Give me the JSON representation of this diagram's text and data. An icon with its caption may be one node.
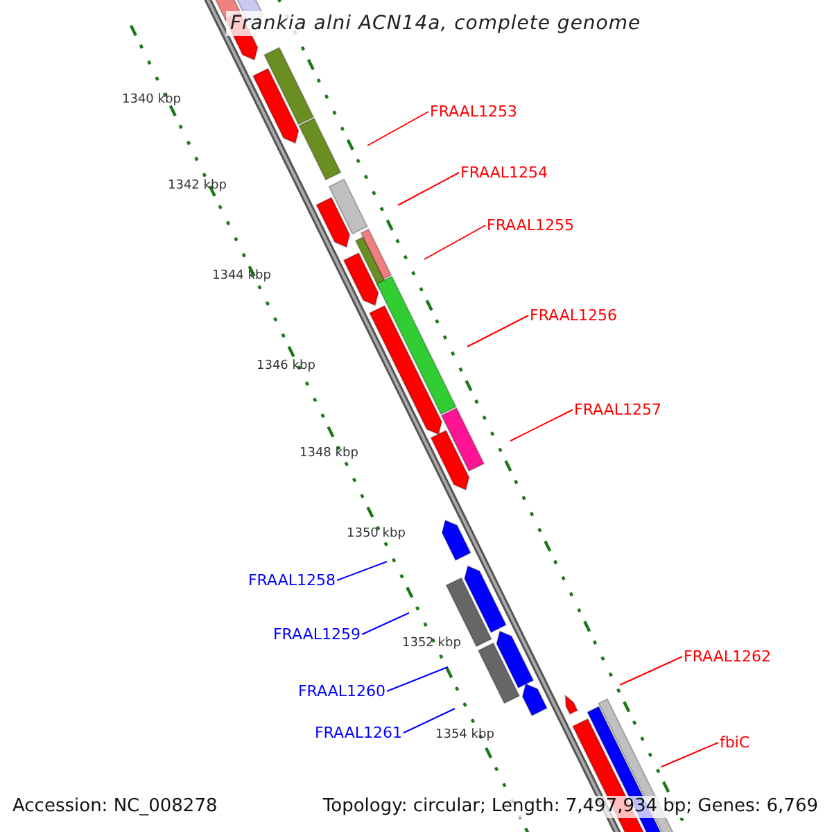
{
  "diagram": {
    "title": "Frankia alni ACN14a, complete genome",
    "nodes": [
      {
        "text": [
          "FRAAL1253"
        ]
      },
      {
        "text": [
          "FRAAL1254"
        ]
      },
      {
        "text": [
          "FRAAL1255"
        ]
      },
      {
        "text": [
          "FRAAL1256"
        ]
      },
      {
        "text": [
          "FRAAL1257"
        ]
      },
      {
        "text": [
          "FRAAL1258"
        ]
      },
      {
        "text": [
          "FRAAL1259"
        ]
      },
      {
        "text": [
          "FRAAL1262"
        ]
      },
      {
        "text": [
          "FRAAL1260"
        ]
      },
      {
        "text": [
          "FRAAL1261"
        ]
      },
      {
        "text": [
          "fbiC"
        ]
      }
    ],
    "edges": [
      {
        "from": 0,
        "to": null,
        "arrow": "none"
      },
      {
        "from": 1,
        "to": null,
        "arrow": "none"
      },
      {
        "from": 2,
        "to": null,
        "arrow": "none"
      },
      {
        "from": 3,
        "to": null,
        "arrow": "none"
      },
      {
        "from": 4,
        "to": null,
        "arrow": "none"
      },
      {
        "from": 5,
        "to": null,
        "arrow": "none",
        "color": "#0000ff"
      },
      {
        "from": 6,
        "to": null,
        "arrow": "none",
        "color": "#0000ff"
      },
      {
        "from": 7,
        "to": null,
        "arrow": "none"
      },
      {
        "from": 8,
        "to": null,
        "arrow": "none",
        "color": "#0000ff"
      },
      {
        "from": 9,
        "to": null,
        "arrow": "none",
        "color": "#0000ff"
      },
      {
        "from": 10,
        "to": null,
        "arrow": "none"
      }
    ],
    "labels": [
      "1340 kbp",
      "1342 kbp",
      "1344 kbp",
      "1346 kbp",
      "1348 kbp",
      "1350 kbp",
      "1352 kbp",
      "1354 kbp",
      "Accession: NC_008278",
      "Topology: circular; Length: 7,497,934 bp; Genes: 6,769"
    ]
  }
}
